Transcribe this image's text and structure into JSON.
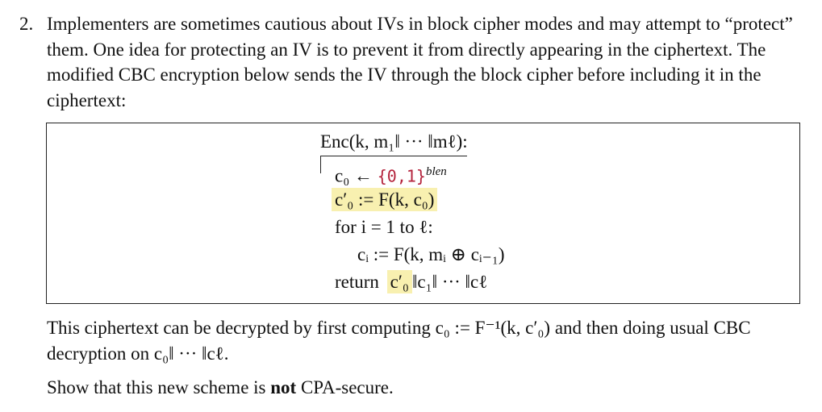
{
  "problem": {
    "number": "2.",
    "intro": "Implementers are sometimes cautious about IVs in block cipher modes and may attempt to “protect” them. One idea for protecting an IV is to prevent it from directly appearing in the ciphertext. The modified CBC encryption below sends the IV through the block cipher before including it in the ciphertext:"
  },
  "algorithm": {
    "header": "Enc(k, m₁‖ ··· ‖mℓ):",
    "line1_lhs": "c₀ ←",
    "line1_set": "{0,1}",
    "line1_sup": "blen",
    "line2": "c′₀ := F(k, c₀)",
    "line3": "for i = 1 to ℓ:",
    "line4": "cᵢ := F(k, mᵢ ⊕ cᵢ₋₁)",
    "line5_kw": "return",
    "line5_hl": "c′₀",
    "line5_rest": "‖c₁‖ ··· ‖cℓ"
  },
  "decrypt_note": "This ciphertext can be decrypted by first computing c₀ := F⁻¹(k, c′₀) and then doing usual CBC decryption on c₀‖ ··· ‖cℓ.",
  "task": {
    "before": "Show that this new scheme is ",
    "bold": "not",
    "after": " CPA-secure."
  }
}
